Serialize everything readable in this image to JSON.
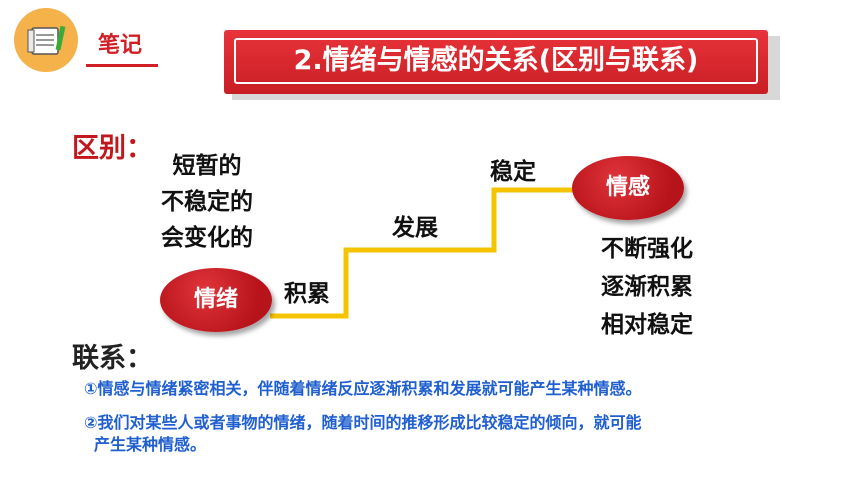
{
  "note": {
    "label": "笔记"
  },
  "banner": {
    "title": "2.情绪与情感的关系(区别与联系)"
  },
  "difference": {
    "heading": "区别：",
    "emotion_traits": [
      "短暂的",
      "不稳定的",
      "会变化的"
    ],
    "emotion_bubble": "情绪",
    "step_labels": [
      "积累",
      "发展",
      "稳定"
    ],
    "feeling_bubble": "情感",
    "feeling_traits": [
      "不断强化",
      "逐渐积累",
      "相对稳定"
    ]
  },
  "connection": {
    "heading": "联系：",
    "points": [
      "①情感与情绪紧密相关，伴随着情绪反应逐渐积累和发展就可能产生某种情感。",
      "②我们对某些人或者事物的情绪，随着时间的推移形成比较稳定的倾向，就可能",
      "产生某种情感。"
    ]
  },
  "colors": {
    "accent_red": "#c81e24",
    "step_line": "#f5c400",
    "link_blue": "#1f5fcf",
    "badge": "#f5b24a"
  }
}
